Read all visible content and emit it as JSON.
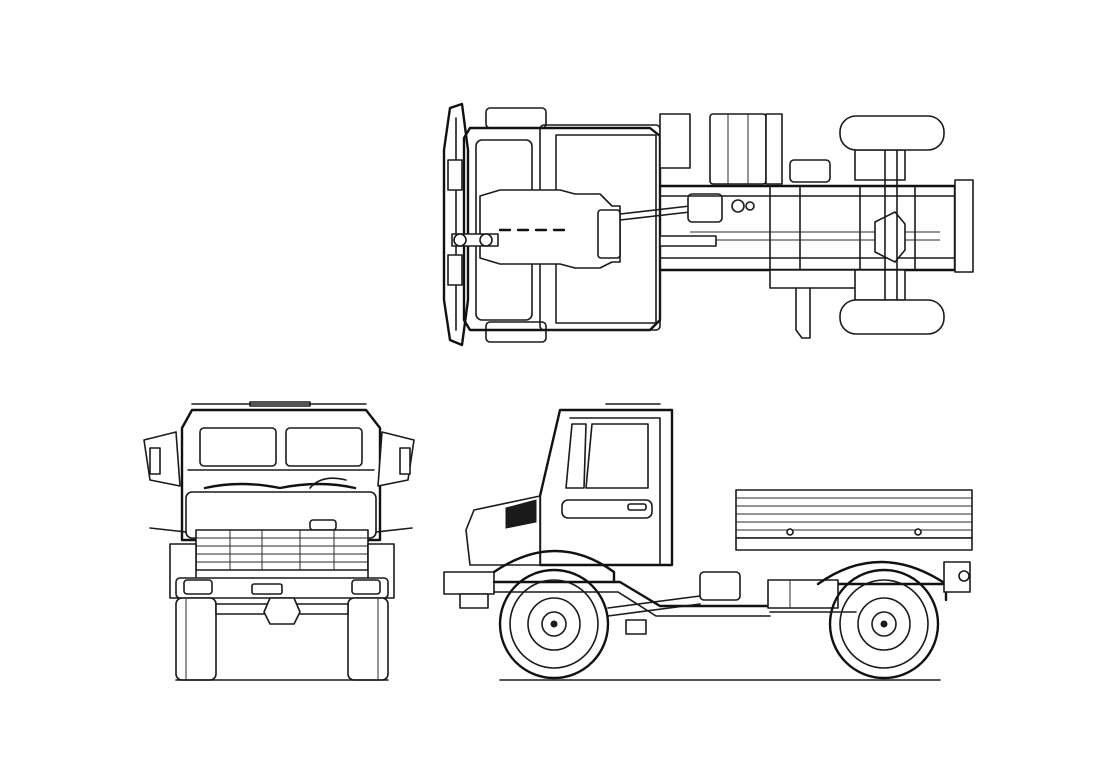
{
  "drawing": {
    "views": [
      "top-view",
      "front-view",
      "side-view"
    ],
    "colors": {
      "line": "#1a1a1a",
      "background": "#ffffff"
    }
  }
}
